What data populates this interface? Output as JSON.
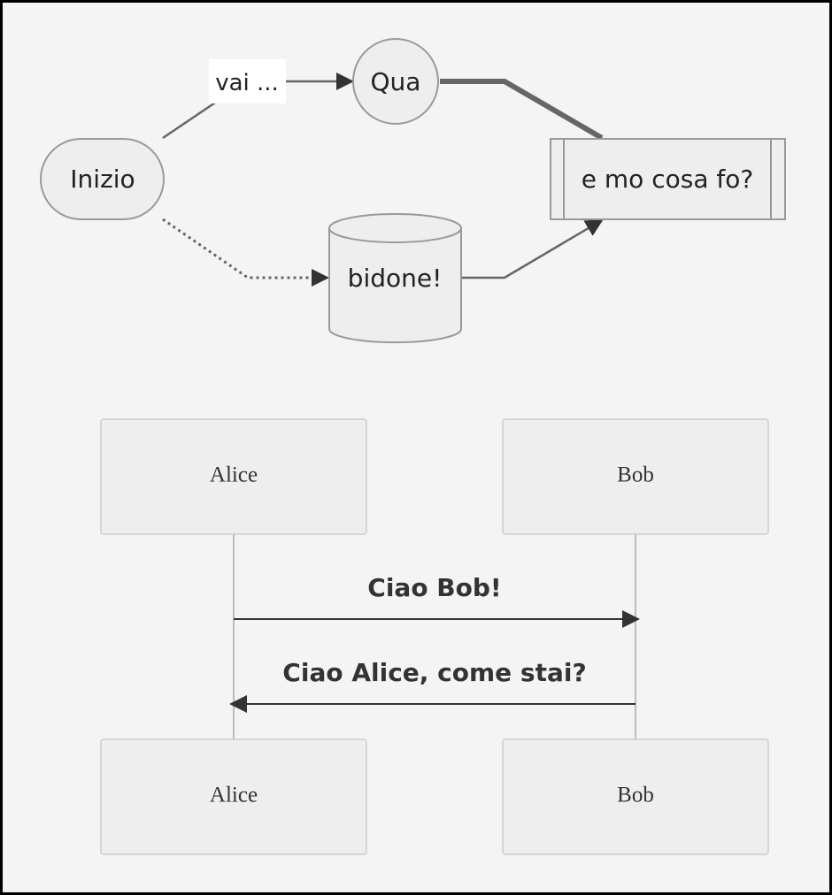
{
  "colors": {
    "background": "#f4f4f4",
    "border": "#000000",
    "node_fill": "#eeeeee",
    "node_stroke": "#999999",
    "edge": "#666666",
    "thick_edge": "#666666",
    "text": "#222222",
    "actor_fill": "#eeeeee",
    "actor_stroke": "#cccccc",
    "lifeline": "#aaaaaa",
    "message": "#333333"
  },
  "flowchart": {
    "nodes": {
      "start": {
        "label": "Inizio",
        "shape": "stadium"
      },
      "here": {
        "label": "Qua",
        "shape": "circle"
      },
      "bin": {
        "label": "bidone!",
        "shape": "cylinder"
      },
      "what": {
        "label": "e mo cosa fo?",
        "shape": "subroutine"
      }
    },
    "edges": [
      {
        "from": "start",
        "to": "here",
        "label": "vai ...",
        "style": "solid-arrow"
      },
      {
        "from": "start",
        "to": "bin",
        "label": "",
        "style": "dotted-arrow"
      },
      {
        "from": "here",
        "to": "what",
        "label": "",
        "style": "thick-line"
      },
      {
        "from": "bin",
        "to": "what",
        "label": "",
        "style": "solid-arrow"
      }
    ]
  },
  "sequence": {
    "actors": [
      {
        "id": "alice",
        "label": "Alice"
      },
      {
        "id": "bob",
        "label": "Bob"
      }
    ],
    "messages": [
      {
        "from": "alice",
        "to": "bob",
        "text": "Ciao Bob!"
      },
      {
        "from": "bob",
        "to": "alice",
        "text": "Ciao Alice, come stai?"
      }
    ]
  }
}
